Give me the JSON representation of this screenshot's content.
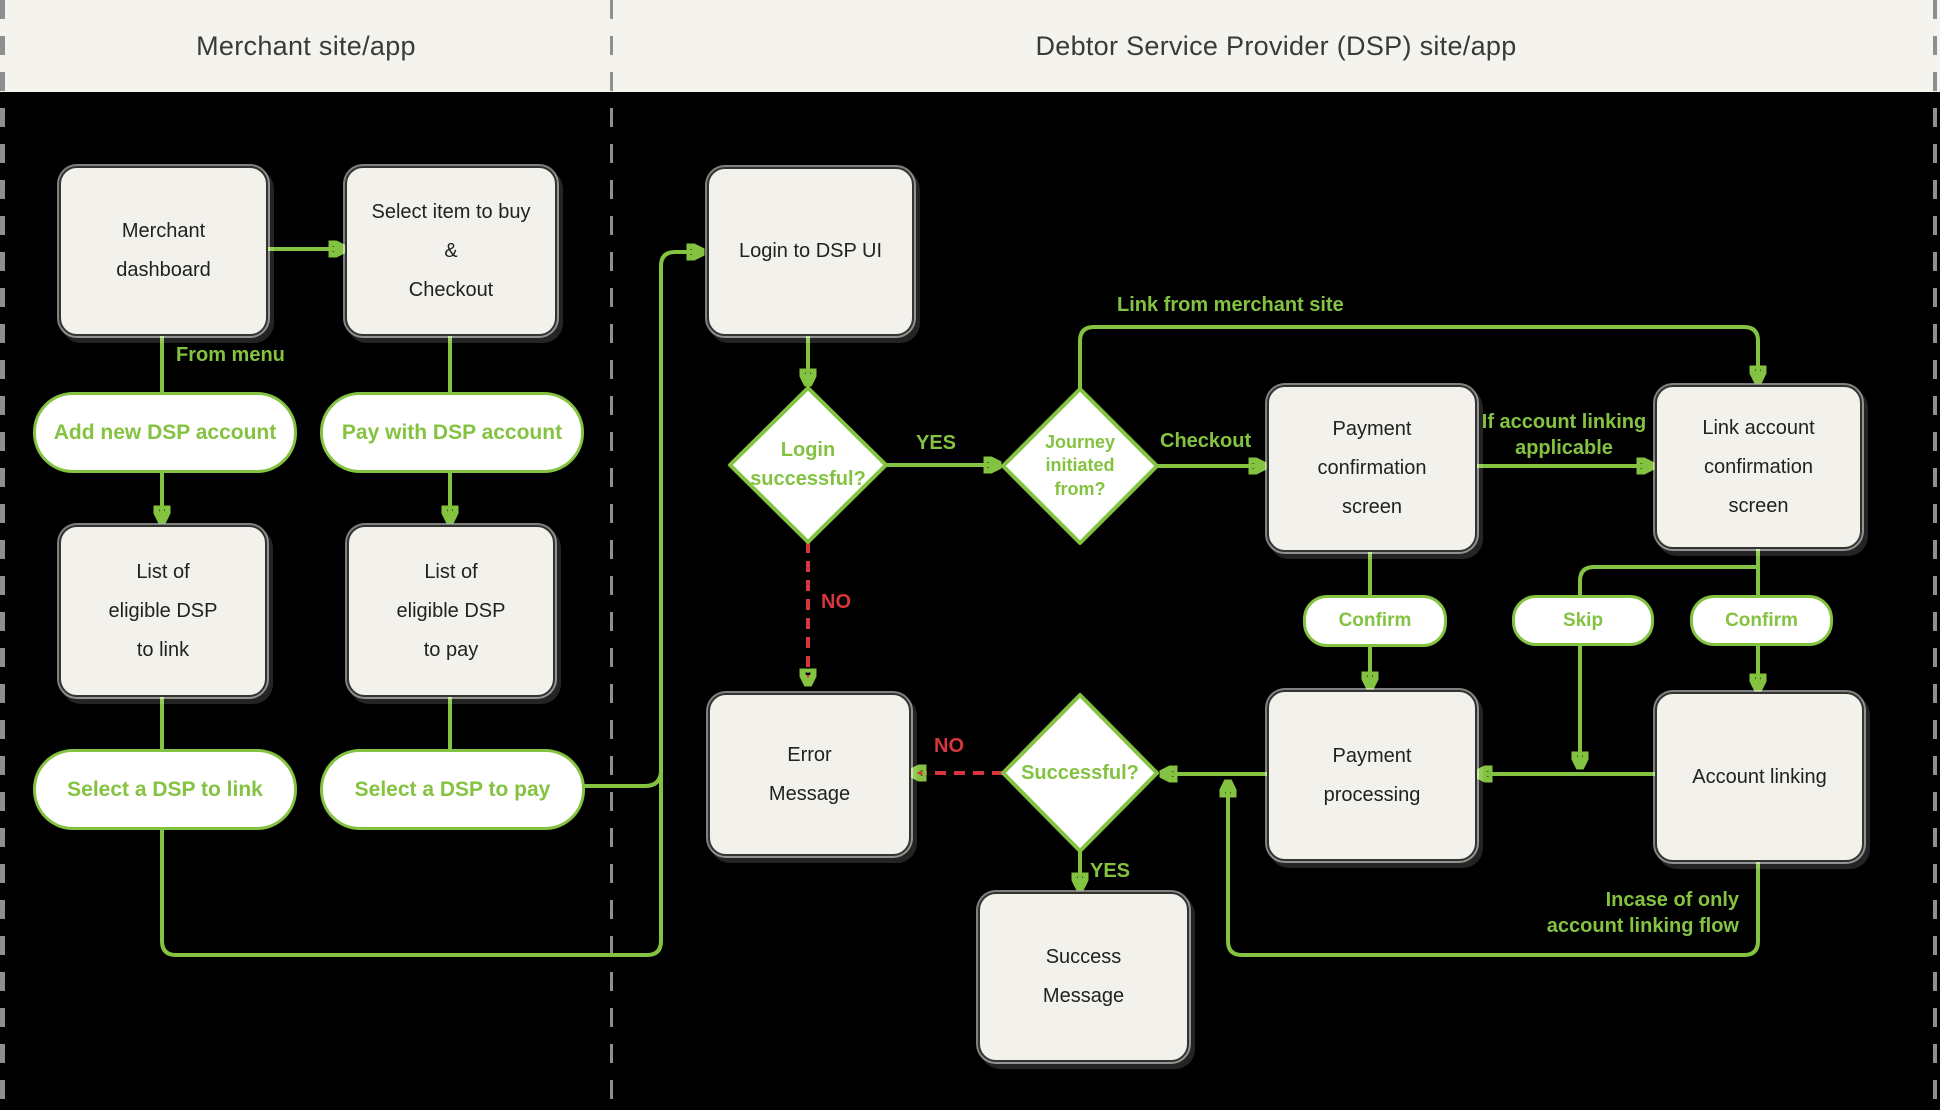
{
  "header": {
    "merchant_zone": "Merchant site/app",
    "dsp_zone": "Debtor Service Provider (DSP) site/app"
  },
  "nodes": {
    "merchant_dashboard": {
      "label": "Merchant\ndashboard"
    },
    "select_item": {
      "label": "Select item to buy\n&\nCheckout"
    },
    "add_new_dsp": {
      "label": "Add new DSP account"
    },
    "pay_with_dsp": {
      "label": "Pay with DSP account"
    },
    "list_dsp_link": {
      "label": "List of\neligible DSP\nto link"
    },
    "list_dsp_pay": {
      "label": "List of\neligible DSP\nto pay"
    },
    "select_dsp_link": {
      "label": "Select a DSP to link"
    },
    "select_dsp_pay": {
      "label": "Select a DSP to pay"
    },
    "login_dsp": {
      "label": "Login to DSP UI"
    },
    "login_successful": {
      "label": "Login\nsuccessful?"
    },
    "journey_initiated": {
      "label": "Journey\ninitiated\nfrom?"
    },
    "payment_confirmation": {
      "label": "Payment\nconfirmation\nscreen"
    },
    "link_account_confirmation": {
      "label": "Link account\nconfirmation\nscreen"
    },
    "confirm_payment": {
      "label": "Confirm"
    },
    "skip": {
      "label": "Skip"
    },
    "confirm_link": {
      "label": "Confirm"
    },
    "payment_processing": {
      "label": "Payment\nprocessing"
    },
    "account_linking": {
      "label": "Account linking"
    },
    "successful": {
      "label": "Successful?"
    },
    "error_message": {
      "label": "Error\nMessage"
    },
    "success_message": {
      "label": "Success\nMessage"
    }
  },
  "edge_labels": {
    "from_menu": "From menu",
    "yes_login": "YES",
    "no_login": "NO",
    "checkout": "Checkout",
    "link_from_merchant": "Link from merchant site",
    "if_account_linking": "If account linking\napplicable",
    "no_successful": "NO",
    "yes_successful": "YES",
    "incase_only_linking": "Incase of only\naccount linking flow"
  },
  "colors": {
    "background": "#000000",
    "header_bg": "#f4f3ee",
    "header_text": "#3a3a37",
    "box_fill": "#f2f1ec",
    "box_text": "#212121",
    "flow_green": "#84c341",
    "flow_red": "#d6373c",
    "separator_gray": "#8f8f8f"
  }
}
